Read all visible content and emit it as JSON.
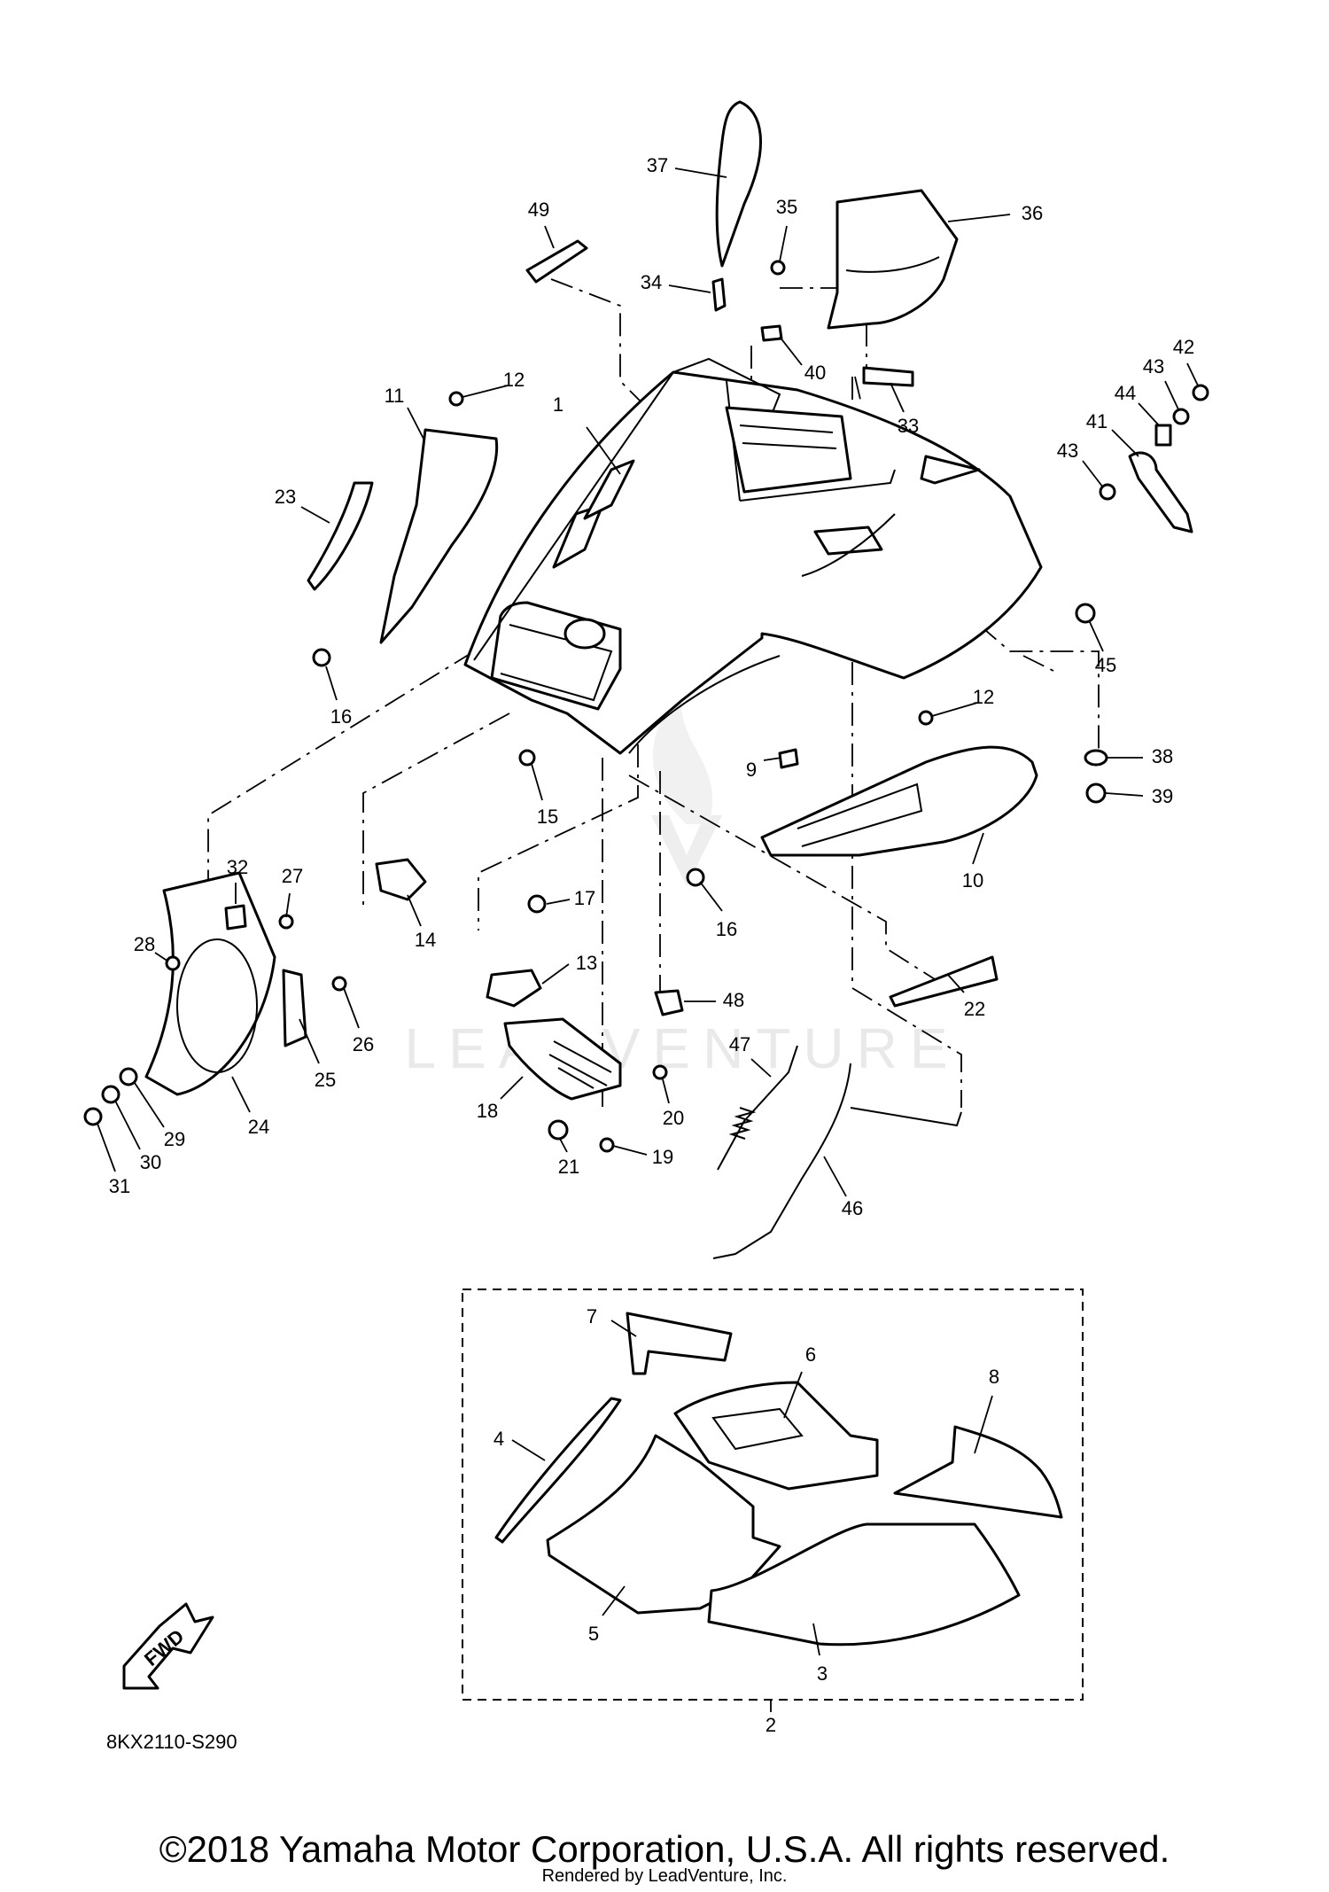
{
  "watermark": "LEADVENTURE",
  "diagram_code": "8KX2110-S290",
  "fwd_label": "FWD",
  "copyright": "©2018 Yamaha Motor Corporation, U.S.A. All rights reserved.",
  "rendered_by": "Rendered by LeadVenture, Inc.",
  "callouts": [
    {
      "id": "1",
      "label": "1"
    },
    {
      "id": "2",
      "label": "2"
    },
    {
      "id": "3",
      "label": "3"
    },
    {
      "id": "4",
      "label": "4"
    },
    {
      "id": "5",
      "label": "5"
    },
    {
      "id": "6",
      "label": "6"
    },
    {
      "id": "7",
      "label": "7"
    },
    {
      "id": "8",
      "label": "8"
    },
    {
      "id": "9",
      "label": "9"
    },
    {
      "id": "10",
      "label": "10"
    },
    {
      "id": "11",
      "label": "11"
    },
    {
      "id": "12a",
      "label": "12"
    },
    {
      "id": "12b",
      "label": "12"
    },
    {
      "id": "13",
      "label": "13"
    },
    {
      "id": "14",
      "label": "14"
    },
    {
      "id": "15",
      "label": "15"
    },
    {
      "id": "16a",
      "label": "16"
    },
    {
      "id": "16b",
      "label": "16"
    },
    {
      "id": "17",
      "label": "17"
    },
    {
      "id": "18",
      "label": "18"
    },
    {
      "id": "19",
      "label": "19"
    },
    {
      "id": "20",
      "label": "20"
    },
    {
      "id": "21",
      "label": "21"
    },
    {
      "id": "22",
      "label": "22"
    },
    {
      "id": "23",
      "label": "23"
    },
    {
      "id": "24",
      "label": "24"
    },
    {
      "id": "25",
      "label": "25"
    },
    {
      "id": "26",
      "label": "26"
    },
    {
      "id": "27",
      "label": "27"
    },
    {
      "id": "28",
      "label": "28"
    },
    {
      "id": "29",
      "label": "29"
    },
    {
      "id": "30",
      "label": "30"
    },
    {
      "id": "31",
      "label": "31"
    },
    {
      "id": "32",
      "label": "32"
    },
    {
      "id": "33",
      "label": "33"
    },
    {
      "id": "34",
      "label": "34"
    },
    {
      "id": "35",
      "label": "35"
    },
    {
      "id": "36",
      "label": "36"
    },
    {
      "id": "37",
      "label": "37"
    },
    {
      "id": "38",
      "label": "38"
    },
    {
      "id": "39",
      "label": "39"
    },
    {
      "id": "40",
      "label": "40"
    },
    {
      "id": "41",
      "label": "41"
    },
    {
      "id": "42",
      "label": "42"
    },
    {
      "id": "43a",
      "label": "43"
    },
    {
      "id": "43b",
      "label": "43"
    },
    {
      "id": "44",
      "label": "44"
    },
    {
      "id": "45",
      "label": "45"
    },
    {
      "id": "46",
      "label": "46"
    },
    {
      "id": "47",
      "label": "47"
    },
    {
      "id": "48",
      "label": "48"
    },
    {
      "id": "49",
      "label": "49"
    }
  ]
}
